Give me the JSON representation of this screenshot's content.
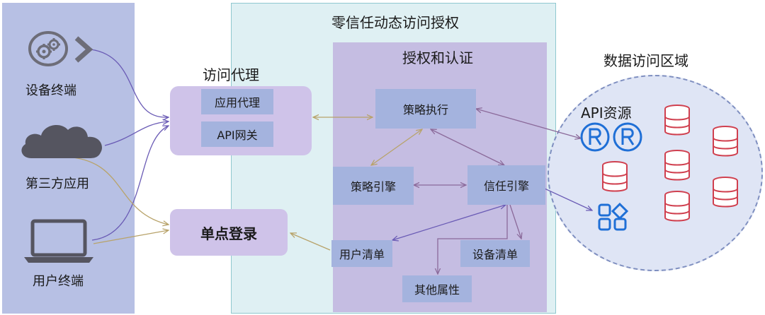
{
  "left": {
    "device_terminal": "设备终端",
    "third_party_app": "第三方应用",
    "user_terminal": "用户终端"
  },
  "zero_trust": {
    "title": "零信任动态访问授权"
  },
  "proxy": {
    "title": "访问代理",
    "app_proxy": "应用代理",
    "api_gateway": "API网关"
  },
  "sso": {
    "label": "单点登录"
  },
  "auth": {
    "title": "授权和认证",
    "policy_enforcement": "策略执行",
    "policy_engine": "策略引擎",
    "trust_engine": "信任引擎",
    "user_list": "用户清单",
    "device_list": "设备清单",
    "other_attributes": "其他属性"
  },
  "data_zone": {
    "title": "数据访问区域",
    "api_resources": "API资源"
  },
  "colors": {
    "left_panel": "#b7c0e4",
    "zero_trust_panel": "#dff0f3",
    "auth_panel": "#c5bde2",
    "proxy_panel": "#cfc3e9",
    "box": "#a4b3de",
    "icon_blue": "#1f6fd6",
    "db_red": "#d0404f",
    "arrow_purple": "#6a5bb5",
    "arrow_olive": "#b8a36a"
  }
}
